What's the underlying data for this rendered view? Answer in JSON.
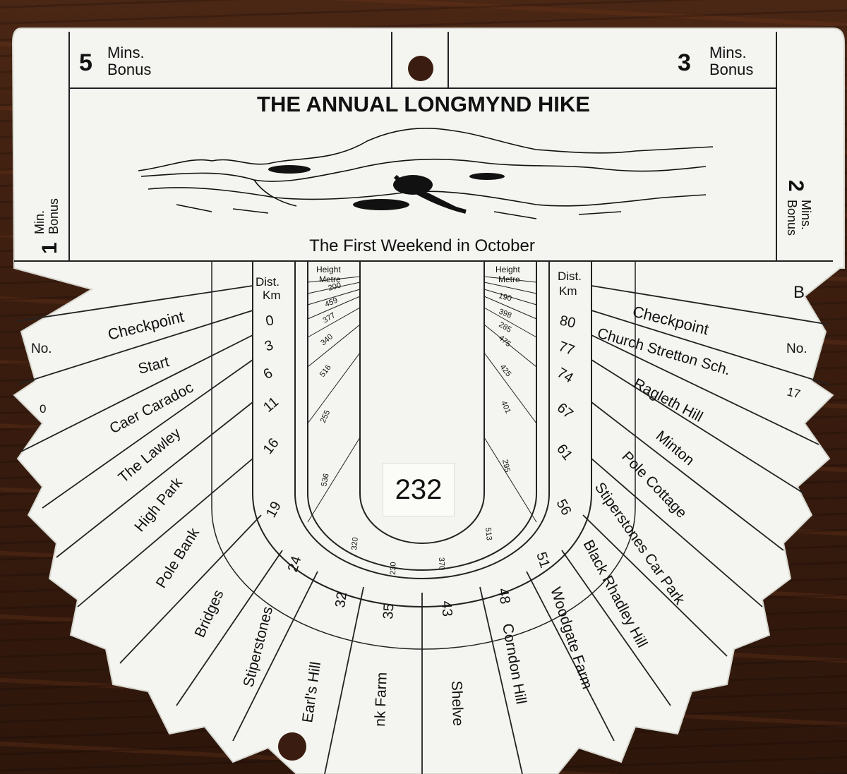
{
  "title": "THE ANNUAL LONGMYND HIKE",
  "subtitle": "The First Weekend in October",
  "bonus": {
    "top_left": {
      "number": "5",
      "text": "Mins.\nBonus"
    },
    "top_right": {
      "number": "3",
      "text": "Mins.\nBonus"
    },
    "left": {
      "number": "1",
      "text": "Min.\nBonus"
    },
    "right": {
      "number": "2",
      "text": "Mins.\nBonus"
    }
  },
  "headers": {
    "dist": "Dist.\nKm",
    "height": "Height\nMetre",
    "checkpoint": "Checkpoint",
    "no": "No.",
    "letter_b": "B"
  },
  "entrant_number": "232",
  "left_column": [
    {
      "name": "Start",
      "dist": "0",
      "height": "200",
      "no": "0"
    },
    {
      "name": "Caer Caradoc",
      "dist": "3",
      "height": "459"
    },
    {
      "name": "The Lawley",
      "dist": "6",
      "height": "377"
    },
    {
      "name": "High Park",
      "dist": "11",
      "height": "340"
    },
    {
      "name": "Pole Bank",
      "dist": "16",
      "height": "516"
    },
    {
      "name": "Bridges",
      "dist": "19",
      "height": "255"
    },
    {
      "name": "Stiperstones",
      "dist": "24",
      "height": "536"
    },
    {
      "name": "Earl's Hill",
      "dist": "32",
      "height": "320"
    }
  ],
  "bottom_column": [
    {
      "name": "nk Farm",
      "dist": "35",
      "height": "230"
    },
    {
      "name": "Shelve",
      "dist": "43",
      "height": "370"
    }
  ],
  "right_column": [
    {
      "name": "Church Stretton Sch.",
      "dist": "80",
      "height": "190",
      "no": "17"
    },
    {
      "name": "Ragleth Hill",
      "dist": "77",
      "height": "398"
    },
    {
      "name": "Minton",
      "dist": "74",
      "height": "285"
    },
    {
      "name": "Pole Cottage",
      "dist": "67",
      "height": "475"
    },
    {
      "name": "Stiperstones Car Park",
      "dist": "61",
      "height": "425"
    },
    {
      "name": "Black Rhadley Hill",
      "dist": "56",
      "height": "401"
    },
    {
      "name": "Woodgate Farm",
      "dist": "51",
      "height": "295"
    },
    {
      "name": "Corndon Hill",
      "dist": "48",
      "height": "513"
    }
  ],
  "colors": {
    "card": "#f4f4f0",
    "ink": "#111111",
    "wood": "#3b1d0f"
  }
}
